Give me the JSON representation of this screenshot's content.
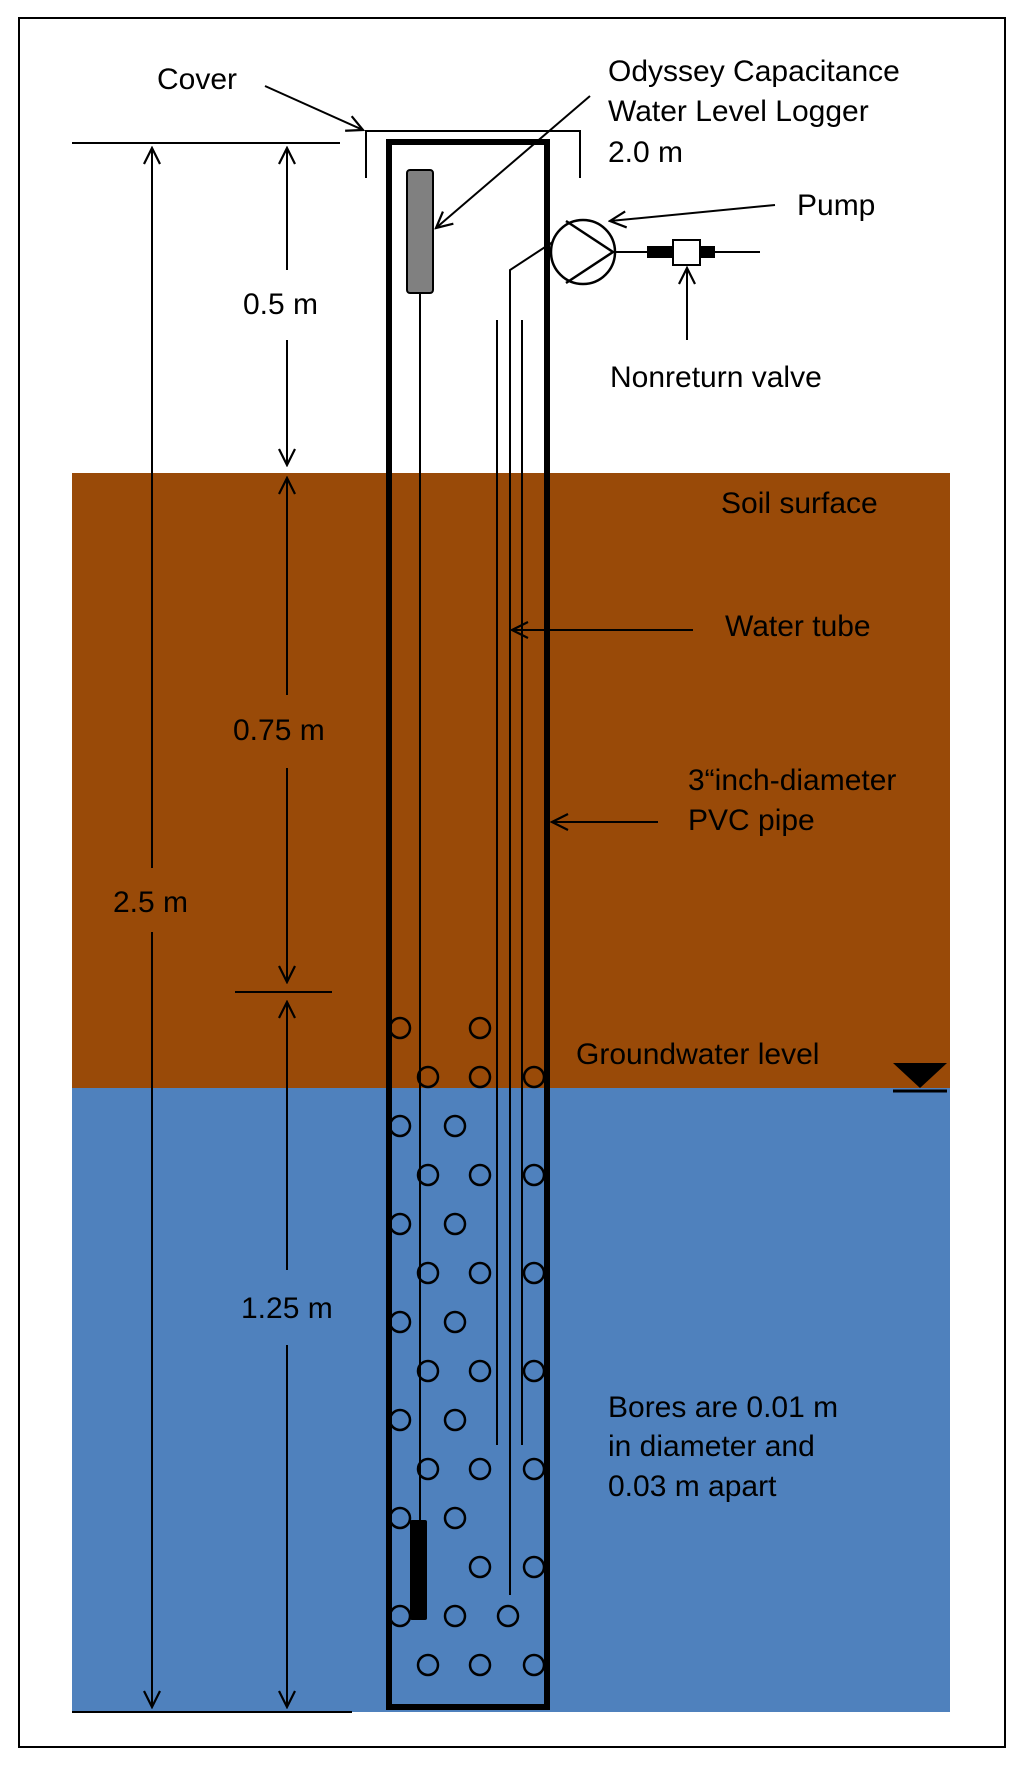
{
  "colors": {
    "soil": "#994A08",
    "water": "#4F81BD",
    "logger": "#808080",
    "line": "#000000",
    "background": "#FFFFFF"
  },
  "labels": {
    "cover": "Cover",
    "logger": [
      "Odyssey Capacitance",
      "Water Level Logger",
      "2.0 m"
    ],
    "pump": "Pump",
    "valve": "Nonreturn valve",
    "soil_surface": "Soil surface",
    "water_tube": "Water tube",
    "pvc_pipe": [
      "3“inch-diameter",
      "PVC pipe"
    ],
    "groundwater_level": "Groundwater level",
    "bores": [
      "Bores are 0.01 m",
      "in diameter and",
      "0.03 m apart"
    ]
  },
  "dimensions": {
    "total": "2.5 m",
    "above_ground": "0.5 m",
    "soil_layer": "0.75 m",
    "below_groundwater": "1.25 m"
  },
  "icons": {
    "groundwater": "water-table-triangle-icon",
    "pump": "pump-icon",
    "valve": "nonreturn-valve-icon"
  }
}
